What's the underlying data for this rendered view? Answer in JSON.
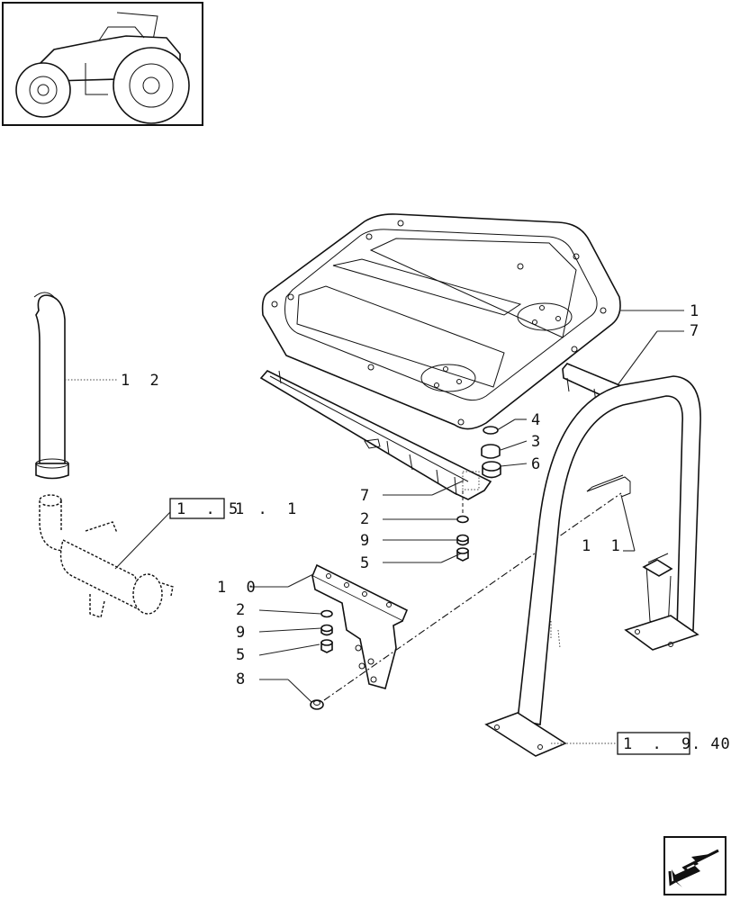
{
  "labels": {
    "l1": "1",
    "l7a": "7",
    "l12": "1 2",
    "l4": "4",
    "l3": "3",
    "l6": "6",
    "l7b": "7",
    "l2a": "2",
    "l9a": "9",
    "l5a": "5",
    "l10": "1 0",
    "l2b": "2",
    "l9b": "9",
    "l5b": "5",
    "l8": "8",
    "l11": "1 1"
  },
  "references": {
    "ref_a_boxed": "1 . 1",
    "ref_a_rest": "5 . 1",
    "ref_b_boxed": "1 . 9 4",
    "ref_b_rest": ". 0 /"
  },
  "icons": {
    "thumbnail": "tractor-thumbnail-icon",
    "navigation": "next-page-arrow-icon"
  },
  "colors": {
    "ink": "#111111",
    "paper": "#ffffff"
  }
}
